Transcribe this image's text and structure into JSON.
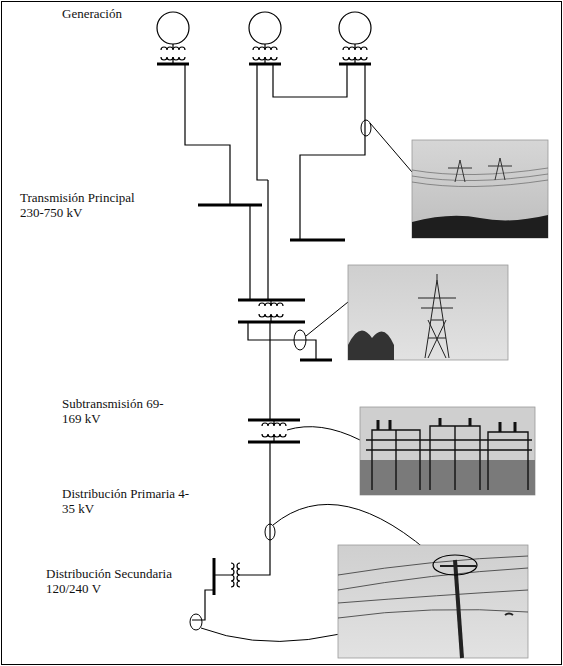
{
  "diagram": {
    "labels": [
      "Generación",
      "Transmisión Principal 230-750 kV",
      "Subtransmisión 69-169 kV",
      "Distribución Primaria 4-35 kV",
      "Distribución Secundaria 120/240 V"
    ]
  }
}
